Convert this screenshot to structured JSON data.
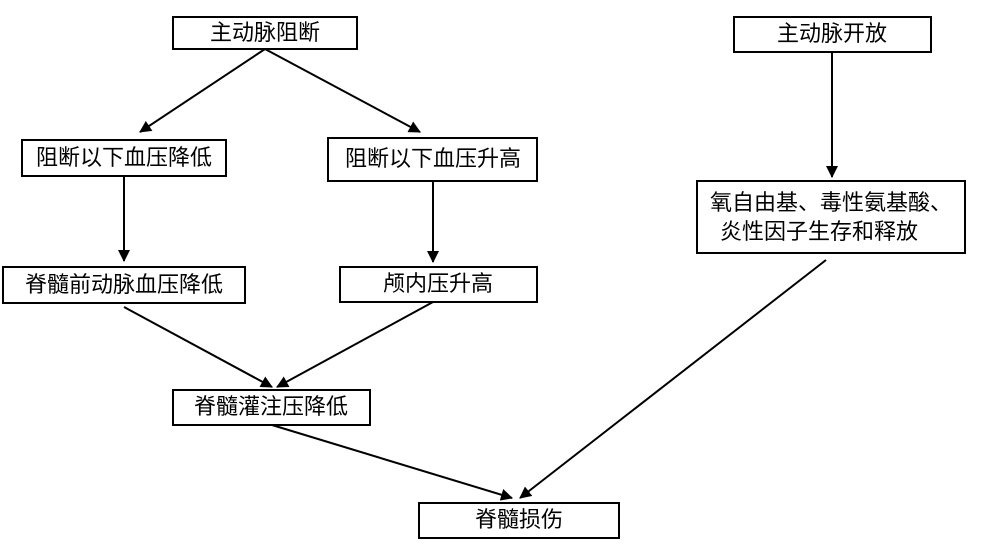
{
  "nodes": {
    "aortic_occlusion": "主动脉阻断",
    "aortic_release": "主动脉开放",
    "bp_below_decrease": "阻断以下血压降低",
    "bp_below_increase": "阻断以下血压升高",
    "anterior_spinal_bp_decrease": "脊髓前动脉血压降低",
    "intracranial_pressure_increase": "颅内压升高",
    "spinal_perfusion_decrease": "脊髓灌注压降低",
    "free_radicals_line1": "氧自由基、毒性氨基酸、",
    "free_radicals_line2": "炎性因子生存和释放",
    "spinal_injury": "脊髓损伤"
  },
  "colors": {
    "stroke": "#000000",
    "fill": "#ffffff",
    "text": "#000000"
  }
}
